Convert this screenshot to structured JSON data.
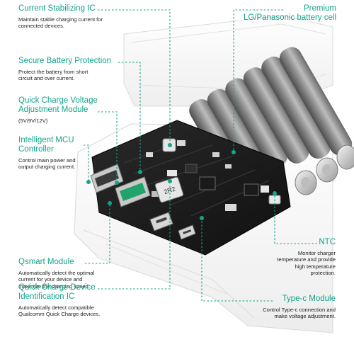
{
  "accent_color": "#14a38b",
  "callouts": {
    "current_ic": {
      "title": "Current Stabilizing IC",
      "desc": [
        "Maintain stable charging current for",
        "connected devices."
      ]
    },
    "battery_protection": {
      "title": "Secure Battery Protection",
      "desc": [
        "Protect the battery from short",
        "circuit and over current."
      ]
    },
    "quick_charge_module": {
      "title": [
        "Quick Charge Voltage",
        "Adjustment Module"
      ],
      "desc": [
        "(5V/9V/12V)"
      ]
    },
    "mcu": {
      "title": [
        "Intelligent MCU",
        "Controller"
      ],
      "desc": [
        "Control main power and",
        "output charging current."
      ]
    },
    "qsmart": {
      "title": "Qsmart Module",
      "desc": [
        "Automatically detect the optimal",
        "current for your device and",
        "maximize the charging speed."
      ]
    },
    "qc_device_ic": {
      "title": [
        "Quick Charge Device",
        "Identification IC"
      ],
      "desc": [
        "Automatically detect compatible",
        "Qualcomm Quick Charge devices."
      ]
    },
    "premium_cell": {
      "title": [
        "Premium",
        "LG/Panasonic battery cell"
      ]
    },
    "ntc": {
      "title": "NTC",
      "desc": [
        "Monitor charger",
        "temperature and provide",
        "high temperature",
        "protection."
      ]
    },
    "typec_module": {
      "title": "Type-c Module",
      "desc": [
        "Control Type-c connection and",
        "make voltage adjustment."
      ]
    }
  },
  "board_marks": {
    "inductor_label": "2R2"
  },
  "icons": [
    "battery-cell-icon",
    "usb-port-icon",
    "type-c-port-icon",
    "micro-usb-port-icon",
    "inductor-icon"
  ]
}
